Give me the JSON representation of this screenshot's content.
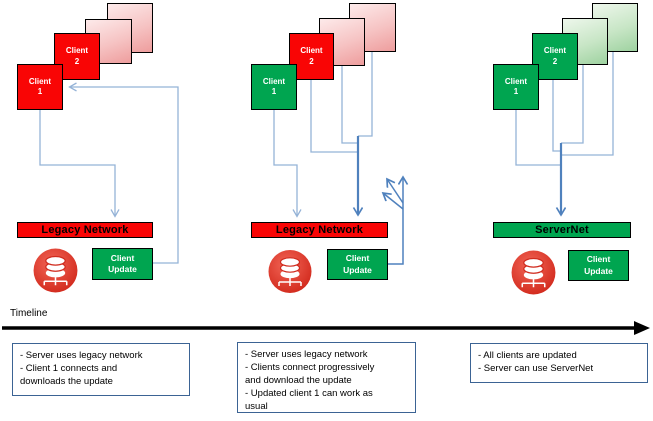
{
  "palette": {
    "client_red": "#f90505",
    "client_green": "#00a550",
    "faded_red": "#ee9d9d",
    "faded_green": "#9ed2a0",
    "connector_light_blue": "#95b3d7",
    "connector_blue": "#4f81bd",
    "note_border": "#3b6394",
    "db_icon_red": "#d02b1e",
    "timeline_black": "#000000"
  },
  "icons": {
    "database": "database-server-icon",
    "timeline_arrow": "right-arrow-icon",
    "progressive_transfer": "multi-arrow-fan-icon"
  },
  "timeline": {
    "label": "Timeline"
  },
  "sections": [
    {
      "name": "phase-1-legacy",
      "client1": "Client\n1",
      "client2": "Client\n2",
      "network": "Legacy Network",
      "update_box": "Client\nUpdate",
      "note": "- Server uses legacy network\n- Client 1 connects and\ndownloads the update"
    },
    {
      "name": "phase-2-progressive-update",
      "client1": "Client\n1",
      "client2": "Client\n2",
      "network": "Legacy Network",
      "update_box": "Client\nUpdate",
      "note": "- Server uses legacy network\n- Clients connect progressively\nand download the update\n- Updated client 1 can work as\nusual"
    },
    {
      "name": "phase-3-servernet",
      "client1": "Client\n1",
      "client2": "Client\n2",
      "network": "ServerNet",
      "update_box": "Client\nUpdate",
      "note": "- All clients are updated\n- Server can use ServerNet"
    }
  ]
}
